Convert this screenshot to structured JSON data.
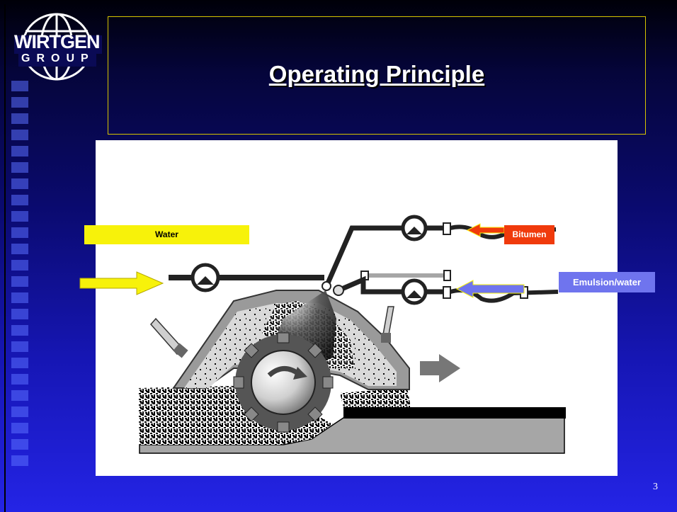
{
  "slide": {
    "title": "Operating Principle",
    "page_number": "3"
  },
  "logo": {
    "line1": "WIRTGEN",
    "line2": "GROUP"
  },
  "labels": {
    "water": "Water",
    "bitumen": "Bitumen",
    "emulsion_water": "Emulsion/water"
  },
  "colors": {
    "title_border": "#d6c400",
    "water": "#f7f20a",
    "bitumen": "#f03a0c",
    "emulsion": "#6f74ee"
  }
}
